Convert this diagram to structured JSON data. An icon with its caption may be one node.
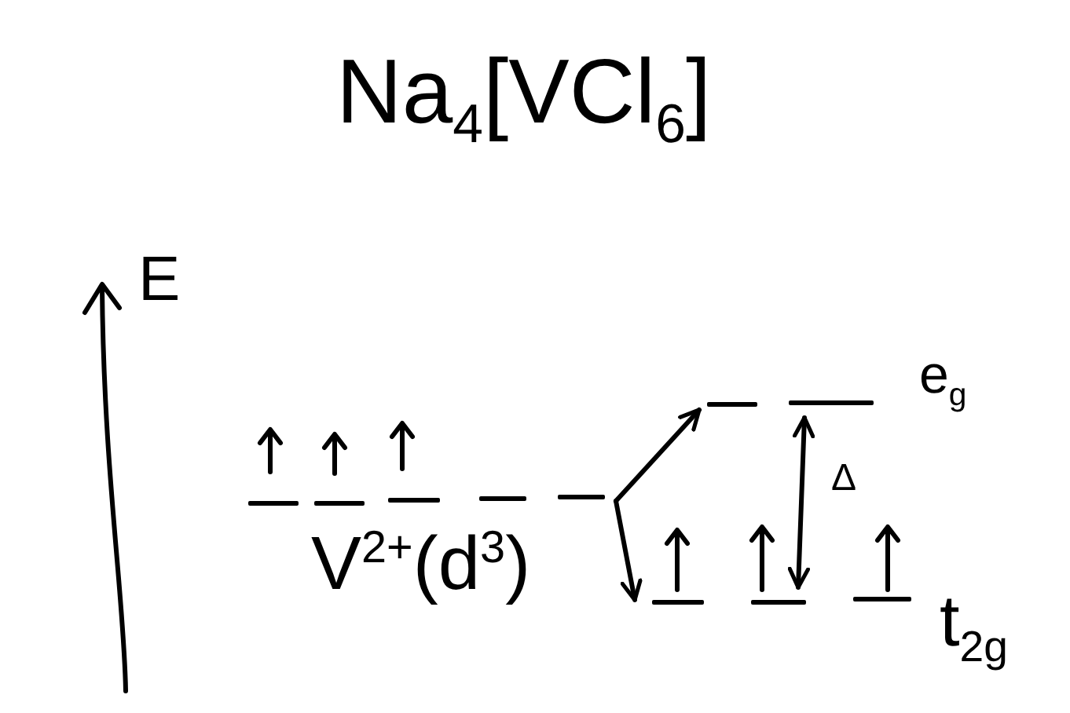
{
  "diagram": {
    "title": "Na$_{4}$[VCl$_{6}$]",
    "nodes": [
      {
        "text": [
          "V$^{2+}$(d$^{3}$)"
        ]
      },
      {
        "text": [
          "e$_{g}$"
        ]
      },
      {
        "text": [
          "t$_{2g}$"
        ]
      }
    ],
    "edges": [
      {
        "from": 0,
        "to": 1,
        "arrow": "to"
      },
      {
        "from": 0,
        "to": 2,
        "arrow": "to"
      },
      {
        "from": 1,
        "to": 2,
        "arrow": "both",
        "label": "Δ"
      }
    ],
    "labels": [
      "E"
    ]
  }
}
